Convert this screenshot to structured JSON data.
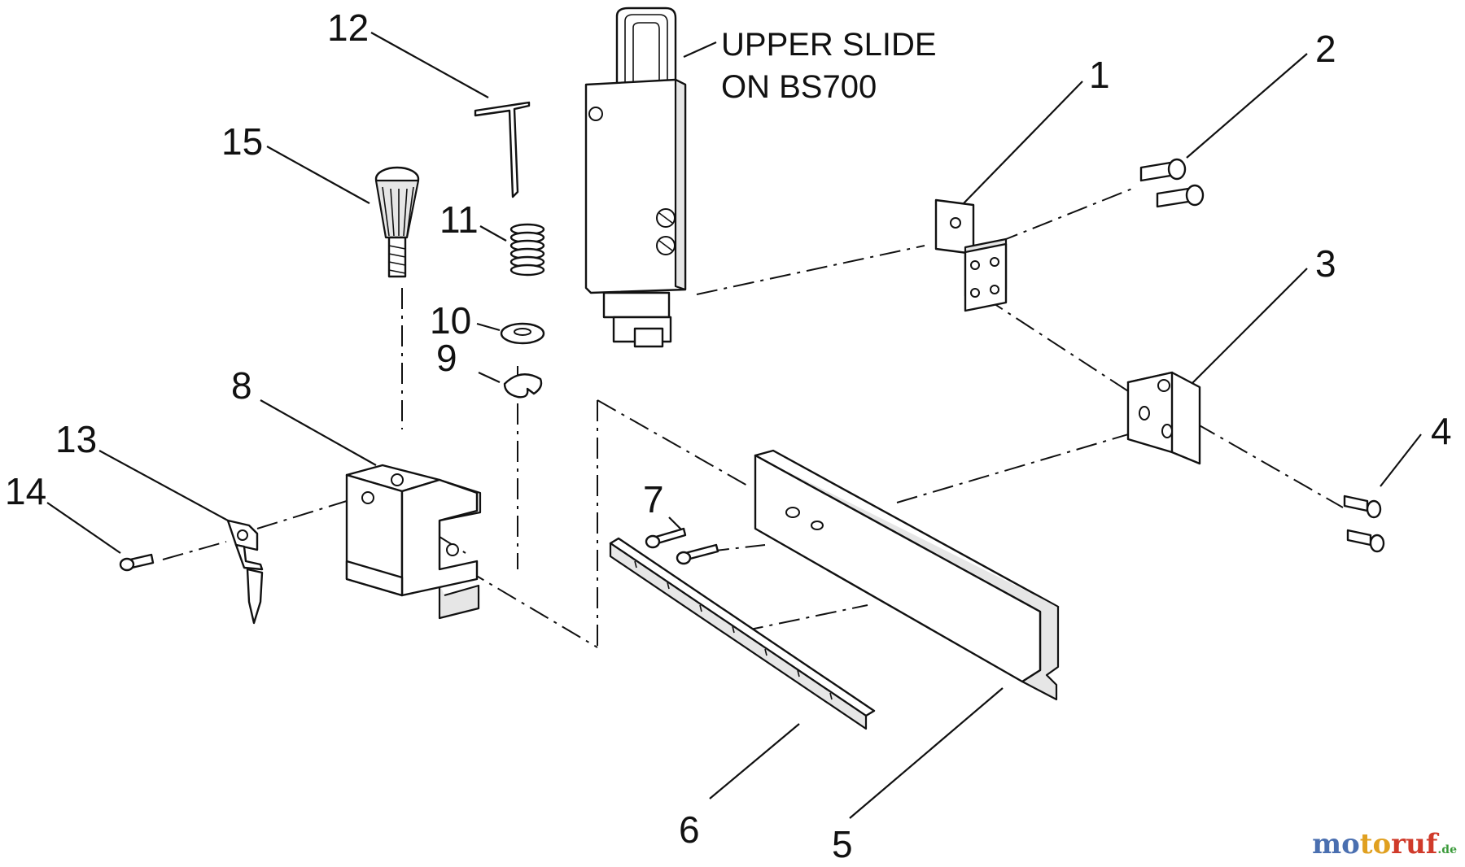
{
  "diagram": {
    "part_numbers": [
      "1",
      "2",
      "3",
      "4",
      "5",
      "6",
      "7",
      "8",
      "9",
      "10",
      "11",
      "12",
      "13",
      "14",
      "15"
    ],
    "note_line1": "UPPER SLIDE",
    "note_line2": "ON BS700"
  },
  "watermark": {
    "part1": "mo",
    "part2": "to",
    "part3": "ruf",
    "part4": ".de"
  }
}
